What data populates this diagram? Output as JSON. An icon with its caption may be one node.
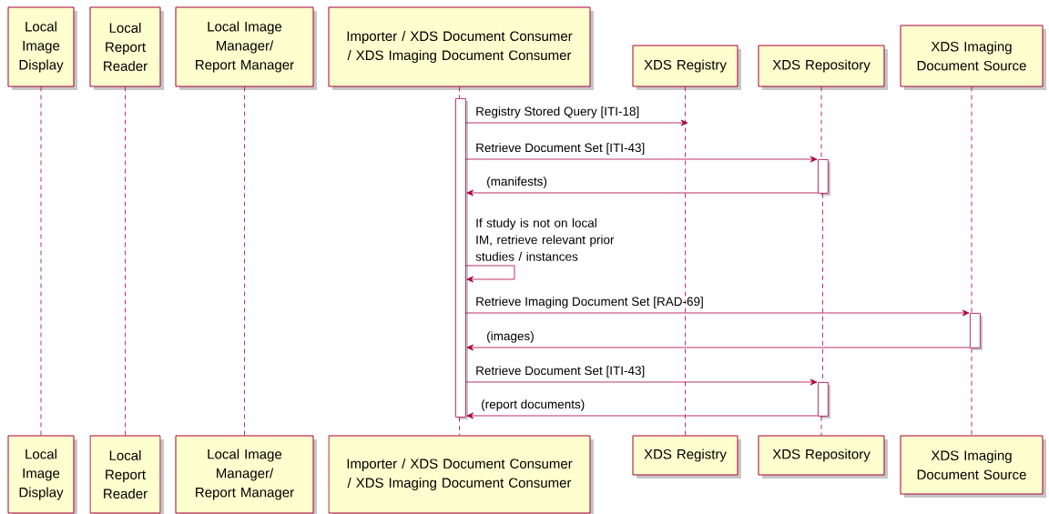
{
  "diagram": {
    "nodes": [
      {
        "text": [
          "Local Image Display"
        ]
      },
      {
        "text": [
          "Local Report Reader"
        ]
      },
      {
        "text": [
          "Local Image Manager/ Report Manager"
        ]
      },
      {
        "text": [
          "Importer / XDS Document Consumer / XDS Imaging Document Consumer"
        ]
      },
      {
        "text": [
          "XDS Registry"
        ]
      },
      {
        "text": [
          "XDS Repository"
        ]
      },
      {
        "text": [
          "XDS Imaging Document Source"
        ]
      },
      {
        "text": [
          "Local Image Display"
        ]
      },
      {
        "text": [
          "Local Report Reader"
        ]
      },
      {
        "text": [
          "Local Image Manager/ Report Manager"
        ]
      },
      {
        "text": [
          "Importer / XDS Document Consumer / XDS Imaging Document Consumer"
        ]
      },
      {
        "text": [
          "XDS Registry"
        ]
      },
      {
        "text": [
          "XDS Repository"
        ]
      },
      {
        "text": [
          "XDS Imaging Document Source"
        ]
      },
      {
        "text": [],
        "shape": "bar"
      },
      {
        "text": [],
        "shape": "bar"
      },
      {
        "text": [],
        "shape": "bar"
      },
      {
        "text": [],
        "shape": "bar"
      }
    ],
    "edges": [
      {
        "from": 0,
        "to": 7,
        "arrow": "none",
        "style": "dashed"
      },
      {
        "from": 1,
        "to": 8,
        "arrow": "none",
        "style": "dashed"
      },
      {
        "from": 2,
        "to": 9,
        "arrow": "none",
        "style": "dashed"
      },
      {
        "from": 3,
        "to": 14,
        "arrow": "none",
        "style": "dashed"
      },
      {
        "from": 14,
        "to": 10,
        "arrow": "none",
        "style": "dashed"
      },
      {
        "from": 4,
        "to": 11,
        "arrow": "none",
        "style": "dashed"
      },
      {
        "from": 5,
        "to": 15,
        "arrow": "none",
        "style": "dashed"
      },
      {
        "from": 15,
        "to": 17,
        "arrow": "none",
        "style": "dashed"
      },
      {
        "from": 17,
        "to": 12,
        "arrow": "none",
        "style": "dashed"
      },
      {
        "from": 6,
        "to": 16,
        "arrow": "none",
        "style": "dashed"
      },
      {
        "from": 16,
        "to": 13,
        "arrow": "none",
        "style": "dashed"
      },
      {
        "from": 14,
        "to": null,
        "arrow": "to",
        "label": "Registry Stored Query [ITI-18]"
      },
      {
        "from": 14,
        "to": 15,
        "arrow": "to",
        "label": "Retrieve Document Set [ITI-43]"
      },
      {
        "from": 15,
        "to": 14,
        "arrow": "to",
        "label": "(manifests)"
      },
      {
        "from": 14,
        "to": 14,
        "arrow": "to",
        "label": "If study is not on local IM, retrieve relevant prior studies / instances"
      },
      {
        "from": 14,
        "to": 16,
        "arrow": "to",
        "label": "Retrieve Imaging Document Set [RAD-69]"
      },
      {
        "from": 16,
        "to": 14,
        "arrow": "to",
        "label": "(images)"
      },
      {
        "from": 14,
        "to": 17,
        "arrow": "to",
        "label": "Retrieve Document Set [ITI-43]"
      },
      {
        "from": 17,
        "to": 14,
        "arrow": "to",
        "label": "(report documents)"
      }
    ]
  }
}
